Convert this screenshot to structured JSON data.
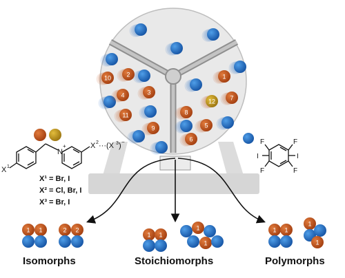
{
  "captions": {
    "isomorphs": "Isomorphs",
    "stoichiomorphs": "Stoichiomorphs",
    "polymorphs": "Polymorphs"
  },
  "molecule": {
    "x1_label": "X",
    "x1_sup": "1",
    "n_label": "N",
    "n_charge": "+",
    "x2_label": "X",
    "x2_sup": "2",
    "x2_tail": "···(X",
    "x3_sup": "3",
    "x3_tail": ")",
    "x3_charge": "−"
  },
  "legend": {
    "line1": "X¹ = Br, I",
    "line2": "X² = Cl, Br, I",
    "line3": "X³ = Br, I"
  },
  "perfluoro": {
    "f": "F",
    "i": "I"
  },
  "balls": {
    "n1": "1",
    "n2": "2",
    "n3": "3",
    "n4": "4",
    "n5": "5",
    "n6": "6",
    "n7": "7",
    "n8": "8",
    "n9": "9",
    "n10": "10",
    "n11": "11",
    "n12": "12"
  },
  "colors": {
    "blue": "#1f6fc7",
    "orange": "#c4541a",
    "gold": "#c49a16",
    "drum": "#e6e6e6",
    "frame": "#d7d7d7",
    "spoke": "#9a9a9a"
  }
}
